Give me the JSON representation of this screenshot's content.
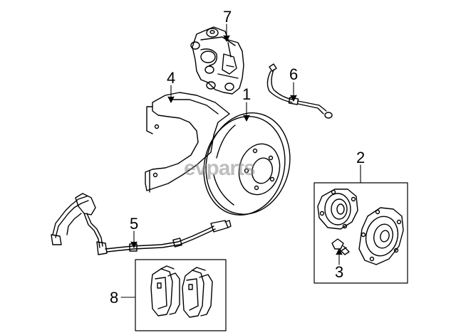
{
  "diagram": {
    "callouts": {
      "rotor": "1",
      "hub_kit": "2",
      "hub_bolt": "3",
      "splash_shield": "4",
      "abs_sensor": "5",
      "brake_hose": "6",
      "caliper": "7",
      "brake_pads": "8"
    },
    "watermark": "evparts"
  }
}
